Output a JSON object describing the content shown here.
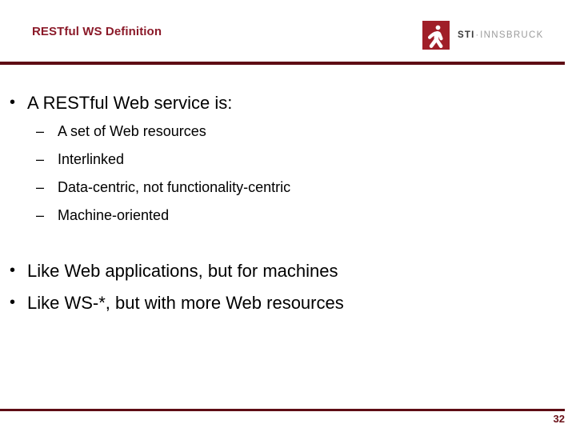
{
  "header": {
    "title": "RESTful WS Definition",
    "title_color": "#8B1A29",
    "rule_color": "#5E0D14",
    "logo": {
      "icon_name": "sti-person-icon",
      "mark_color": "#A01E28",
      "sti_text": "STI",
      "separator": "·",
      "innsbruck_text": "INNSBRUCK"
    }
  },
  "content": {
    "groups": [
      {
        "bullets": [
          {
            "marker": "•",
            "text": "A RESTful Web service is:",
            "level": 1
          }
        ]
      },
      {
        "bullets": [
          {
            "marker": "–",
            "text": "A set of Web resources",
            "level": 2
          },
          {
            "marker": "–",
            "text": "Interlinked",
            "level": 2
          },
          {
            "marker": "–",
            "text": "Data-centric, not functionality-centric",
            "level": 2
          },
          {
            "marker": "–",
            "text": "Machine-oriented",
            "level": 2
          }
        ]
      },
      {
        "bullets": [
          {
            "marker": "•",
            "text": "Like Web applications, but for machines",
            "level": 1
          },
          {
            "marker": "•",
            "text": "Like WS-*, but with more Web resources",
            "level": 1
          }
        ]
      }
    ]
  },
  "footer": {
    "page_number": "32",
    "rule_color": "#5E0D14",
    "page_number_color": "#6B1119"
  }
}
